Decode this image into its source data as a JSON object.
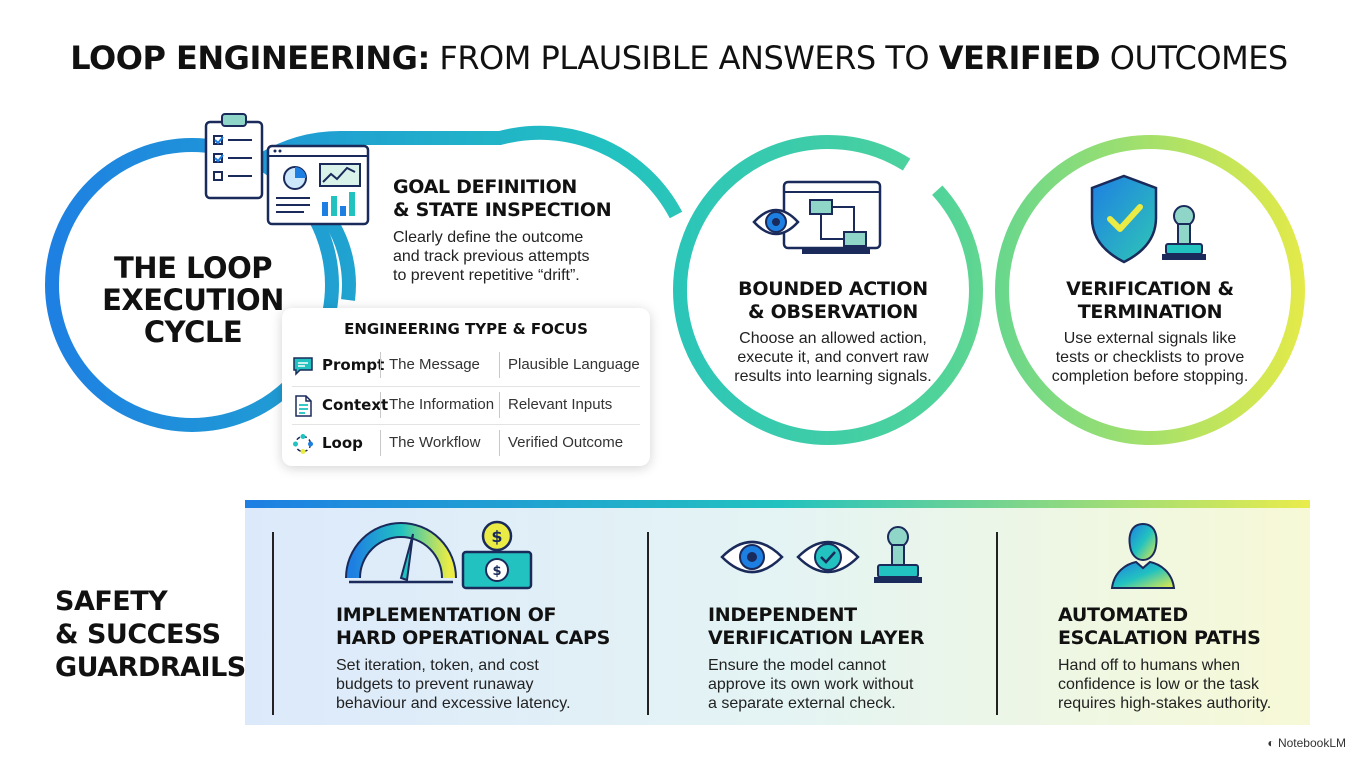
{
  "title": {
    "part1": "LOOP ENGINEERING:",
    "part2": " FROM PLAUSIBLE ANSWERS TO ",
    "part3": "VERIFIED",
    "part4": " OUTCOMES"
  },
  "cycle": {
    "label_line1": "THE LOOP",
    "label_line2": "EXECUTION",
    "label_line3": "CYCLE"
  },
  "steps": [
    {
      "heading_line1": "GOAL DEFINITION",
      "heading_line2": "& STATE INSPECTION",
      "body_line1": "Clearly define the outcome",
      "body_line2": "and track previous attempts",
      "body_line3": "to prevent repetitive “drift”.",
      "icon": "clipboard-dashboard-icon"
    },
    {
      "heading_line1": "BOUNDED ACTION",
      "heading_line2": "& OBSERVATION",
      "body_line1": "Choose an allowed action,",
      "body_line2": "execute it, and convert raw",
      "body_line3": "results into learning signals.",
      "icon": "eye-workflow-icon"
    },
    {
      "heading_line1": "VERIFICATION &",
      "heading_line2": "TERMINATION",
      "body_line1": "Use external signals like",
      "body_line2": "tests or checklists to prove",
      "body_line3": "completion before stopping.",
      "icon": "shield-stamp-icon"
    }
  ],
  "table": {
    "title": "ENGINEERING TYPE & FOCUS",
    "rows": [
      {
        "type": "Prompt",
        "focus": "The Message",
        "result": "Plausible Language",
        "icon": "chat-icon"
      },
      {
        "type": "Context",
        "focus": "The Information",
        "result": "Relevant Inputs",
        "icon": "document-icon"
      },
      {
        "type": "Loop",
        "focus": "The Workflow",
        "result": "Verified Outcome",
        "icon": "loop-icon"
      }
    ]
  },
  "guardrails": {
    "label_line1": "SAFETY",
    "label_line2": "& SUCCESS",
    "label_line3": "GUARDRAILS",
    "items": [
      {
        "heading_line1": "IMPLEMENTATION OF",
        "heading_line2": "HARD OPERATIONAL CAPS",
        "body_line1": "Set iteration, token, and cost",
        "body_line2": "budgets to prevent runaway",
        "body_line3": "behaviour and excessive latency.",
        "icon": "gauge-money-icon"
      },
      {
        "heading_line1": "INDEPENDENT",
        "heading_line2": "VERIFICATION LAYER",
        "body_line1": "Ensure the model cannot",
        "body_line2": "approve its own work without",
        "body_line3": "a separate external check.",
        "icon": "eye-check-stamp-icon"
      },
      {
        "heading_line1": "AUTOMATED",
        "heading_line2": "ESCALATION PATHS",
        "body_line1": "Hand off to humans when",
        "body_line2": "confidence is low or the task",
        "body_line3": "requires high-stakes authority.",
        "icon": "person-icon"
      }
    ]
  },
  "watermark": "NotebookLM",
  "colors": {
    "blue": "#1e7fe3",
    "teal": "#22c2c0",
    "yellow": "#e9ec4b",
    "ink": "#1a2a5a"
  }
}
